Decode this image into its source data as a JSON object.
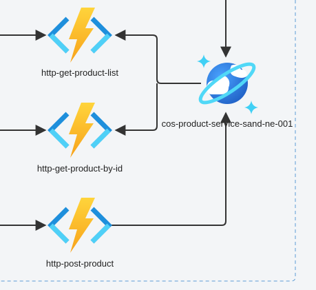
{
  "nodes": {
    "fn_list": {
      "label": "http-get-product-list",
      "icon": "azure-function-icon"
    },
    "fn_by_id": {
      "label": "http-get-product-by-id",
      "icon": "azure-function-icon"
    },
    "fn_post": {
      "label": "http-post-product",
      "icon": "azure-function-icon"
    },
    "cosmos": {
      "label": "cos-product-service-sand-ne-001",
      "icon": "azure-cosmos-db-icon"
    }
  },
  "colors": {
    "background": "#f3f5f7",
    "connector": "#333333",
    "group_border": "#5b9bd5",
    "bolt_light": "#ffd43b",
    "bolt_dark": "#f7a21b",
    "bracket_dark": "#1e8fdc",
    "bracket_light": "#4fd0f7",
    "cosmos_blue": "#2f7fe0",
    "cosmos_ring": "#50d8f7",
    "sparkle": "#40d0f5"
  }
}
